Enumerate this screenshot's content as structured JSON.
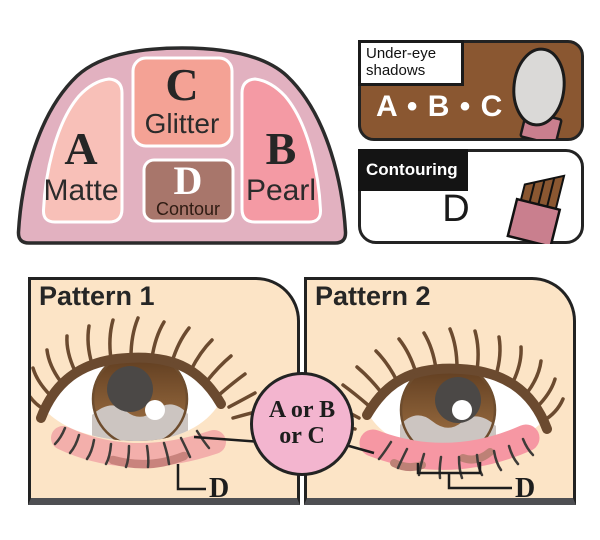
{
  "palette": {
    "shell_color": "#e2b1c0",
    "pans": [
      {
        "letter": "A",
        "finish": "Matte",
        "color": "#f8c0b8"
      },
      {
        "letter": "C",
        "finish": "Glitter",
        "color": "#f4a295"
      },
      {
        "letter": "B",
        "finish": "Pearl",
        "color": "#f49aa4"
      },
      {
        "letter": "D",
        "finish": "Contour",
        "color": "#a8766b",
        "letter_color": "#ffffff",
        "finish_color": "#2e1b12"
      }
    ]
  },
  "legends": {
    "under_eye": {
      "title": "Under-eye shadows",
      "shades": "A • B • C",
      "bg_color": "#8a5731",
      "applicator": "sponge-tip-applicator"
    },
    "contouring": {
      "title": "Contouring",
      "shade": "D",
      "label_bg": "#141414",
      "applicator": "angled-brush"
    }
  },
  "patterns": [
    {
      "title": "Pattern 1",
      "under_eye_color": "#f3afab",
      "contour_color": "#c9837d",
      "contour_label": "D"
    },
    {
      "title": "Pattern 2",
      "under_eye_color": "#f697a3",
      "contour_color": "#bd8176",
      "contour_label": "D"
    }
  ],
  "shade_callout": {
    "line1": "A or B",
    "line2": "or C",
    "circle_color": "#f3b5cf"
  },
  "eye_colors": {
    "iris_brown": "#8a5b38",
    "iris_dark": "#5c3a1e",
    "iris_gray": "#ccc5c1",
    "pupil": "#4b4846",
    "lash_brown": "#6b4a2f",
    "skin": "#fce4c6"
  }
}
